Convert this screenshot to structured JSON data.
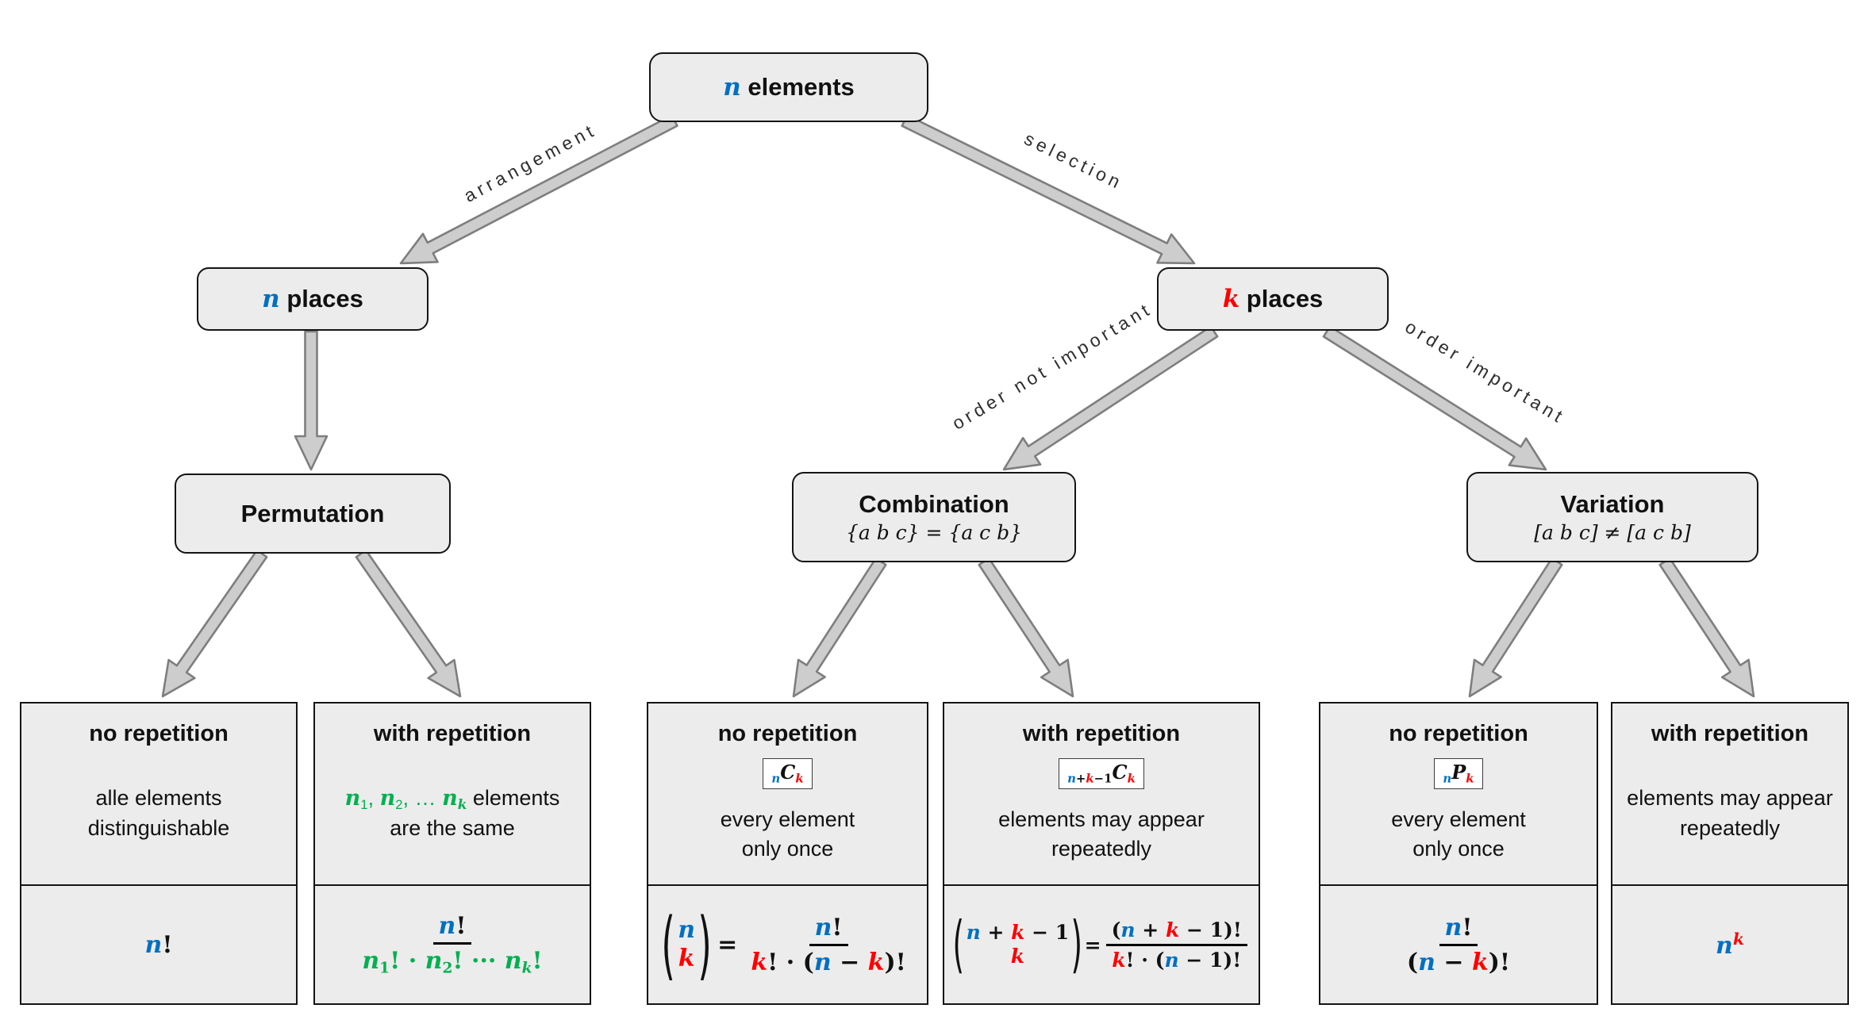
{
  "nodes": {
    "n_elements": {
      "tokens": [
        {
          "t": "n",
          "c": "mi blue"
        },
        {
          "t": " elements",
          "c": ""
        }
      ]
    },
    "n_places": {
      "tokens": [
        {
          "t": "n",
          "c": "mi blue"
        },
        {
          "t": " places",
          "c": ""
        }
      ]
    },
    "k_places": {
      "tokens": [
        {
          "t": "k",
          "c": "mi red"
        },
        {
          "t": " places",
          "c": ""
        }
      ]
    },
    "permutation": {
      "title": "Permutation"
    },
    "combination": {
      "title": "Combination",
      "subtitle": "{a b c} = {a c b}"
    },
    "variation": {
      "title": "Variation",
      "subtitle": "[a b c] ≠ [a c b]"
    }
  },
  "edges": {
    "arrangement": "arrangement",
    "selection": "selection",
    "order_not_important": "order not important",
    "order_important": "order important"
  },
  "leaves": {
    "perm_no_rep": {
      "title": "no repetition",
      "desc_line1": "alle elements",
      "desc_line2": "distinguishable",
      "formula": [
        {
          "t": "n",
          "c": "mi blue"
        },
        {
          "t": "!",
          "c": ""
        }
      ]
    },
    "perm_with_rep": {
      "title": "with repetition",
      "desc_line1_tokens": [
        {
          "t": "n",
          "c": "mi green"
        },
        {
          "t": "1",
          "c": "green sub"
        },
        {
          "t": ", ",
          "c": "green"
        },
        {
          "t": "n",
          "c": "mi green"
        },
        {
          "t": "2",
          "c": "green sub"
        },
        {
          "t": ", … ",
          "c": "green"
        },
        {
          "t": "n",
          "c": "mi green"
        },
        {
          "t": "k",
          "c": "mi green sub"
        },
        {
          "t": " elements",
          "c": ""
        }
      ],
      "desc_line2": "are the same",
      "frac_num": [
        {
          "t": "n",
          "c": "mi blue"
        },
        {
          "t": "!",
          "c": ""
        }
      ],
      "frac_den": [
        {
          "t": "n",
          "c": "mi green"
        },
        {
          "t": "1",
          "c": "green sub"
        },
        {
          "t": "! · ",
          "c": "green"
        },
        {
          "t": "n",
          "c": "mi green"
        },
        {
          "t": "2",
          "c": "green sub"
        },
        {
          "t": "! ··· ",
          "c": "green"
        },
        {
          "t": "n",
          "c": "mi green"
        },
        {
          "t": "k",
          "c": "mi green sub"
        },
        {
          "t": "!",
          "c": "green"
        }
      ]
    },
    "comb_no_rep": {
      "title": "no repetition",
      "badge": [
        {
          "t": "n",
          "c": "mi blue sub"
        },
        {
          "t": "C",
          "c": "mi"
        },
        {
          "t": "k",
          "c": "mi red sub"
        }
      ],
      "desc_line1": "every element",
      "desc_line2": "only once",
      "binom_top": [
        {
          "t": "n",
          "c": "mi blue"
        }
      ],
      "binom_bot": [
        {
          "t": "k",
          "c": "mi red"
        }
      ],
      "equals": "=",
      "frac_num": [
        {
          "t": "n",
          "c": "mi blue"
        },
        {
          "t": "!",
          "c": ""
        }
      ],
      "frac_den": [
        {
          "t": "k",
          "c": "mi red"
        },
        {
          "t": "! · (",
          "c": ""
        },
        {
          "t": "n",
          "c": "mi blue"
        },
        {
          "t": " − ",
          "c": ""
        },
        {
          "t": "k",
          "c": "mi red"
        },
        {
          "t": ")!",
          "c": ""
        }
      ]
    },
    "comb_with_rep": {
      "title": "with repetition",
      "badge": [
        {
          "t": "n",
          "c": "mi blue sub"
        },
        {
          "t": "+",
          "c": "sub"
        },
        {
          "t": "k",
          "c": "mi red sub"
        },
        {
          "t": "−1",
          "c": "sub"
        },
        {
          "t": "C",
          "c": "mi"
        },
        {
          "t": "k",
          "c": "mi red sub"
        }
      ],
      "desc_line1": "elements may appear",
      "desc_line2": "repeatedly",
      "binom_top": [
        {
          "t": "n",
          "c": "mi blue"
        },
        {
          "t": " + ",
          "c": ""
        },
        {
          "t": "k",
          "c": "mi red"
        },
        {
          "t": " − 1",
          "c": ""
        }
      ],
      "binom_bot": [
        {
          "t": "k",
          "c": "mi red"
        }
      ],
      "equals": "=",
      "frac_num": [
        {
          "t": "(",
          "c": ""
        },
        {
          "t": "n",
          "c": "mi blue"
        },
        {
          "t": " + ",
          "c": ""
        },
        {
          "t": "k",
          "c": "mi red"
        },
        {
          "t": " − 1",
          "c": ""
        },
        {
          "t": ")!",
          "c": ""
        }
      ],
      "frac_den": [
        {
          "t": "k",
          "c": "mi red"
        },
        {
          "t": "! · (",
          "c": ""
        },
        {
          "t": "n",
          "c": "mi blue"
        },
        {
          "t": " − 1)!",
          "c": ""
        }
      ]
    },
    "var_no_rep": {
      "title": "no repetition",
      "badge": [
        {
          "t": "n",
          "c": "mi blue sub"
        },
        {
          "t": "P",
          "c": "mi"
        },
        {
          "t": "k",
          "c": "mi red sub"
        }
      ],
      "desc_line1": "every element",
      "desc_line2": "only once",
      "frac_num": [
        {
          "t": "n",
          "c": "mi blue"
        },
        {
          "t": "!",
          "c": ""
        }
      ],
      "frac_den": [
        {
          "t": "(",
          "c": ""
        },
        {
          "t": "n",
          "c": "mi blue"
        },
        {
          "t": " − ",
          "c": ""
        },
        {
          "t": "k",
          "c": "mi red"
        },
        {
          "t": ")!",
          "c": ""
        }
      ]
    },
    "var_with_rep": {
      "title": "with repetition",
      "desc_line1": "elements may appear",
      "desc_line2": "repeatedly",
      "formula": [
        {
          "t": "n",
          "c": "mi blue"
        },
        {
          "t": "k",
          "c": "mi red sup"
        }
      ]
    }
  },
  "colors": {
    "blue": "#0070C0",
    "red": "#FF0000",
    "green": "#00B050",
    "box_fill": "#ececec"
  }
}
